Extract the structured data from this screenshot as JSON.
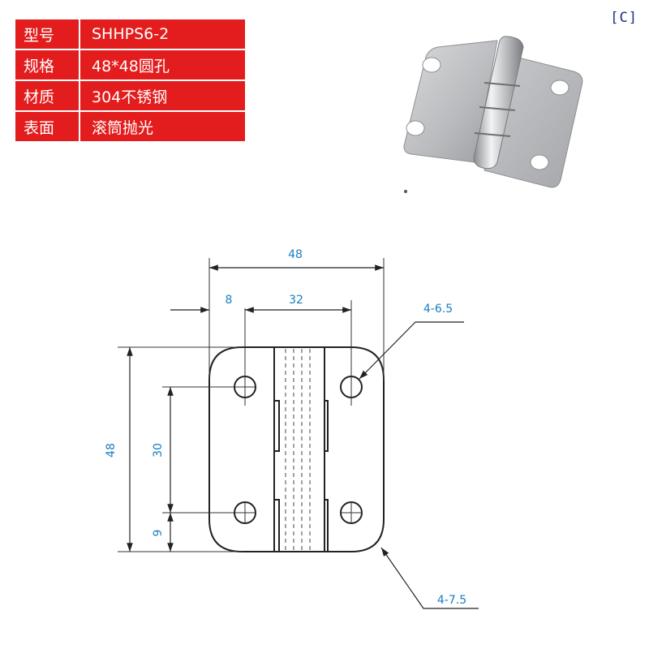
{
  "specs": [
    {
      "key": "型号",
      "value": "SHHPS6-2"
    },
    {
      "key": "规格",
      "value": "48*48圆孔"
    },
    {
      "key": "材质",
      "value": "304不锈钢"
    },
    {
      "key": "表面",
      "value": "滚筒抛光"
    }
  ],
  "brand_mark": "[C]",
  "dimensions": {
    "overall_width": "48",
    "edge_offset": "8",
    "hole_spacing_x": "32",
    "overall_height": "48",
    "hole_spacing_y": "30",
    "bottom_offset": "9",
    "hole_callout": "4-6.5",
    "corner_callout": "4-7.5"
  },
  "colors": {
    "table_bg": "#e31d1d",
    "dimension_text": "#1a7ec2",
    "brand": "#1e2c86"
  }
}
